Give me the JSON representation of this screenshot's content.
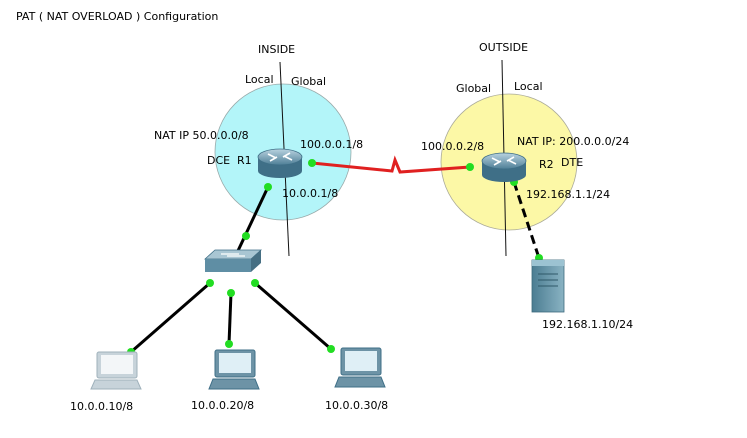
{
  "title": "PAT ( NAT OVERLOAD ) Configuration",
  "zones": {
    "inside": {
      "label": "INSIDE",
      "local": "Local",
      "global": "Global",
      "color": "#b3f5f9"
    },
    "outside": {
      "label": "OUTSIDE",
      "global": "Global",
      "local": "Local",
      "color": "#fcf8a6"
    }
  },
  "routers": {
    "r1": {
      "name": "R1",
      "role": "DCE",
      "nat": "NAT IP 50.0.0.0/8",
      "serial_ip": "100.0.0.1/8",
      "lan_ip": "10.0.0.1/8"
    },
    "r2": {
      "name": "R2",
      "role": "DTE",
      "nat": "NAT IP: 200.0.0.0/24",
      "serial_ip": "100.0.0.2/8",
      "lan_ip": "192.168.1.1/24"
    }
  },
  "server": {
    "ip": "192.168.1.10/24"
  },
  "pcs": [
    {
      "ip": "10.0.0.10/8"
    },
    {
      "ip": "10.0.0.20/8"
    },
    {
      "ip": "10.0.0.30/8"
    }
  ],
  "colors": {
    "serial_link": "#e02020",
    "ethernet_link": "#000000",
    "link_light": "#22dd22",
    "router_body": "#5a8fa8",
    "switch_body": "#6a9bb0",
    "server_body": "#5d8fa2",
    "laptop_body": "#8aa8b8"
  }
}
